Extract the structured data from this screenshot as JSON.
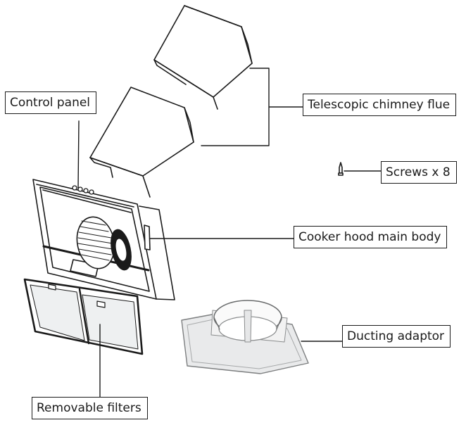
{
  "labels": {
    "control_panel": "Control panel",
    "chimney_flue": "Telescopic chimney flue",
    "screws": "Screws x 8",
    "main_body": "Cooker hood main body",
    "ducting_adaptor": "Ducting adaptor",
    "removable_filters": "Removable filters"
  }
}
